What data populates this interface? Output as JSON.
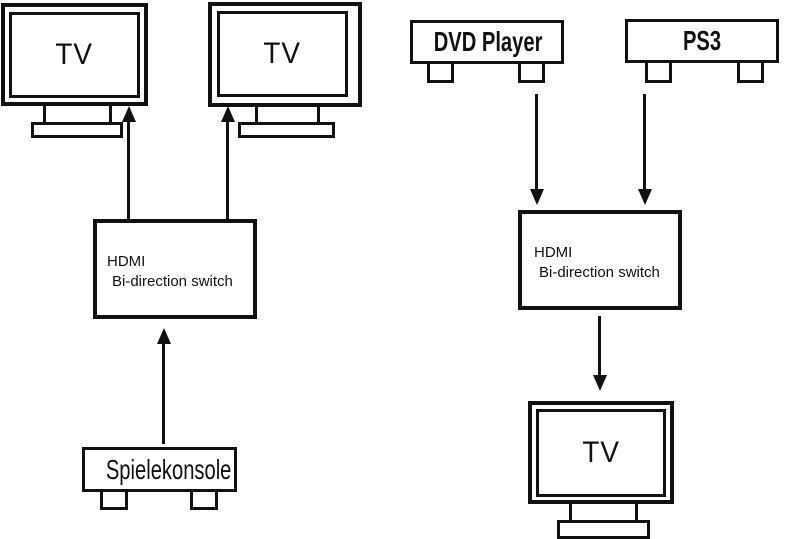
{
  "diagram": {
    "colors": {
      "background": "#ffffff",
      "line": "#111111"
    },
    "left_setup": {
      "tv1": {
        "label": "TV"
      },
      "tv2": {
        "label": "TV"
      },
      "switch": {
        "line1": "HDMI",
        "line2": "Bi-direction switch"
      },
      "console": {
        "label": "Spielekonsole"
      }
    },
    "right_setup": {
      "dvd": {
        "label": "DVD Player"
      },
      "ps3": {
        "label": "PS3"
      },
      "switch": {
        "line1": "HDMI",
        "line2": "Bi-direction switch"
      },
      "tv": {
        "label": "TV"
      }
    }
  }
}
